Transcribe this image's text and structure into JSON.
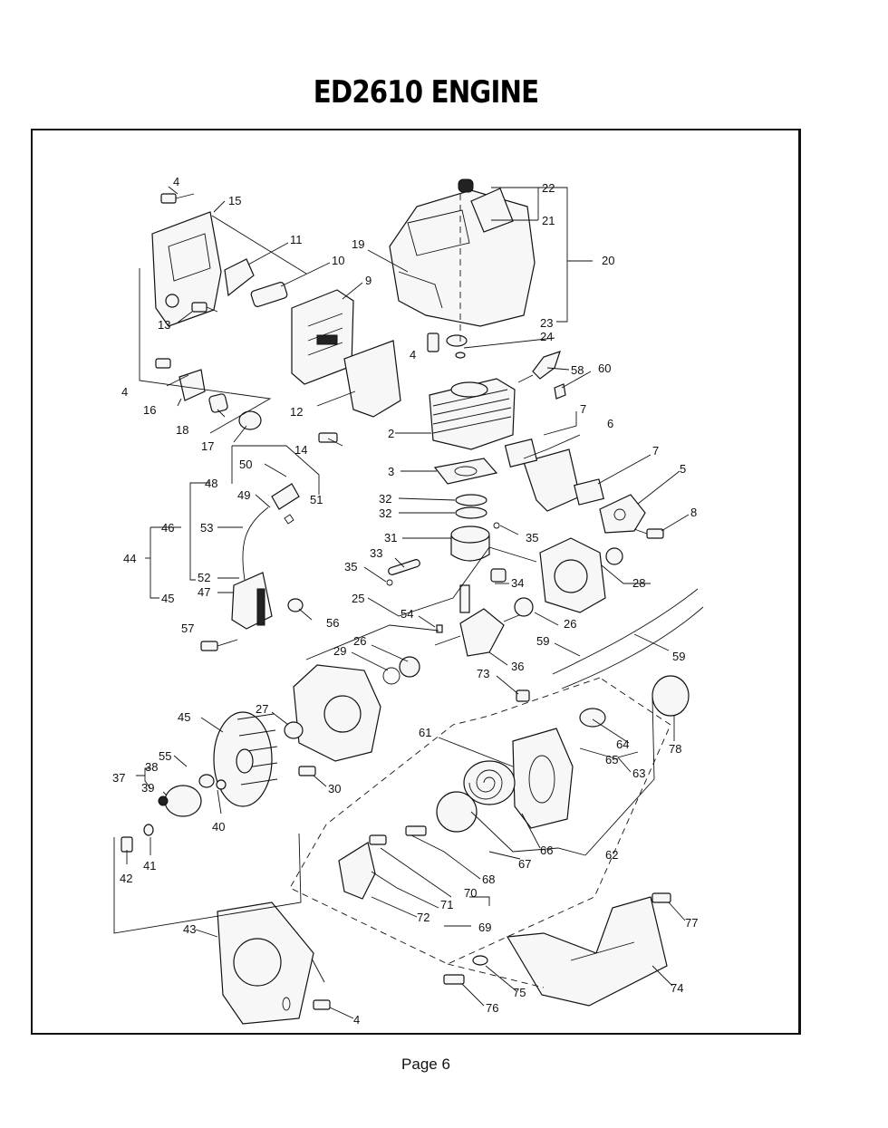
{
  "title": "ED2610 ENGINE",
  "footer": "Page 6",
  "parts": [
    {
      "id": "p1",
      "text": "4"
    },
    {
      "id": "p2",
      "text": "15"
    },
    {
      "id": "p3",
      "text": "11"
    },
    {
      "id": "p4",
      "text": "10"
    },
    {
      "id": "p5",
      "text": "9"
    },
    {
      "id": "p6",
      "text": "13"
    },
    {
      "id": "p7",
      "text": "19"
    },
    {
      "id": "p8",
      "text": "22"
    },
    {
      "id": "p9",
      "text": "21"
    },
    {
      "id": "p10",
      "text": "20"
    },
    {
      "id": "p11",
      "text": "23"
    },
    {
      "id": "p12",
      "text": "24"
    },
    {
      "id": "p13",
      "text": "4"
    },
    {
      "id": "p14",
      "text": "58"
    },
    {
      "id": "p15",
      "text": "60"
    },
    {
      "id": "p16",
      "text": "4"
    },
    {
      "id": "p17",
      "text": "16"
    },
    {
      "id": "p18",
      "text": "18"
    },
    {
      "id": "p19",
      "text": "17"
    },
    {
      "id": "p20",
      "text": "12"
    },
    {
      "id": "p21",
      "text": "14"
    },
    {
      "id": "p22",
      "text": "2"
    },
    {
      "id": "p23",
      "text": "7"
    },
    {
      "id": "p24",
      "text": "6"
    },
    {
      "id": "p25",
      "text": "7"
    },
    {
      "id": "p26",
      "text": "5"
    },
    {
      "id": "p27",
      "text": "8"
    },
    {
      "id": "p28",
      "text": "3"
    },
    {
      "id": "p29",
      "text": "50"
    },
    {
      "id": "p30",
      "text": "48"
    },
    {
      "id": "p31",
      "text": "49"
    },
    {
      "id": "p32",
      "text": "51"
    },
    {
      "id": "p33",
      "text": "32"
    },
    {
      "id": "p34",
      "text": "32"
    },
    {
      "id": "p35",
      "text": "46"
    },
    {
      "id": "p36",
      "text": "53"
    },
    {
      "id": "p37",
      "text": "31"
    },
    {
      "id": "p38",
      "text": "35"
    },
    {
      "id": "p39",
      "text": "44"
    },
    {
      "id": "p40",
      "text": "33"
    },
    {
      "id": "p41",
      "text": "35"
    },
    {
      "id": "p42",
      "text": "28"
    },
    {
      "id": "p43",
      "text": "52"
    },
    {
      "id": "p44",
      "text": "47"
    },
    {
      "id": "p45",
      "text": "34"
    },
    {
      "id": "p46",
      "text": "45"
    },
    {
      "id": "p47",
      "text": "25"
    },
    {
      "id": "p48",
      "text": "56"
    },
    {
      "id": "p49",
      "text": "54"
    },
    {
      "id": "p50",
      "text": "26"
    },
    {
      "id": "p51",
      "text": "57"
    },
    {
      "id": "p52",
      "text": "26"
    },
    {
      "id": "p53",
      "text": "59"
    },
    {
      "id": "p54",
      "text": "29"
    },
    {
      "id": "p55",
      "text": "59"
    },
    {
      "id": "p56",
      "text": "36"
    },
    {
      "id": "p57",
      "text": "73"
    },
    {
      "id": "p58",
      "text": "27"
    },
    {
      "id": "p59",
      "text": "45"
    },
    {
      "id": "p60",
      "text": "61"
    },
    {
      "id": "p61",
      "text": "64"
    },
    {
      "id": "p62",
      "text": "78"
    },
    {
      "id": "p63",
      "text": "65"
    },
    {
      "id": "p64",
      "text": "63"
    },
    {
      "id": "p65",
      "text": "55"
    },
    {
      "id": "p66",
      "text": "38"
    },
    {
      "id": "p67",
      "text": "37"
    },
    {
      "id": "p68",
      "text": "39"
    },
    {
      "id": "p69",
      "text": "30"
    },
    {
      "id": "p70",
      "text": "40"
    },
    {
      "id": "p71",
      "text": "66"
    },
    {
      "id": "p72",
      "text": "62"
    },
    {
      "id": "p73",
      "text": "67"
    },
    {
      "id": "p74",
      "text": "42"
    },
    {
      "id": "p75",
      "text": "41"
    },
    {
      "id": "p76",
      "text": "68"
    },
    {
      "id": "p77",
      "text": "70"
    },
    {
      "id": "p78",
      "text": "71"
    },
    {
      "id": "p79",
      "text": "72"
    },
    {
      "id": "p80",
      "text": "69"
    },
    {
      "id": "p81",
      "text": "77"
    },
    {
      "id": "p82",
      "text": "43"
    },
    {
      "id": "p83",
      "text": "74"
    },
    {
      "id": "p84",
      "text": "75"
    },
    {
      "id": "p85",
      "text": "76"
    },
    {
      "id": "p86",
      "text": "4"
    }
  ]
}
